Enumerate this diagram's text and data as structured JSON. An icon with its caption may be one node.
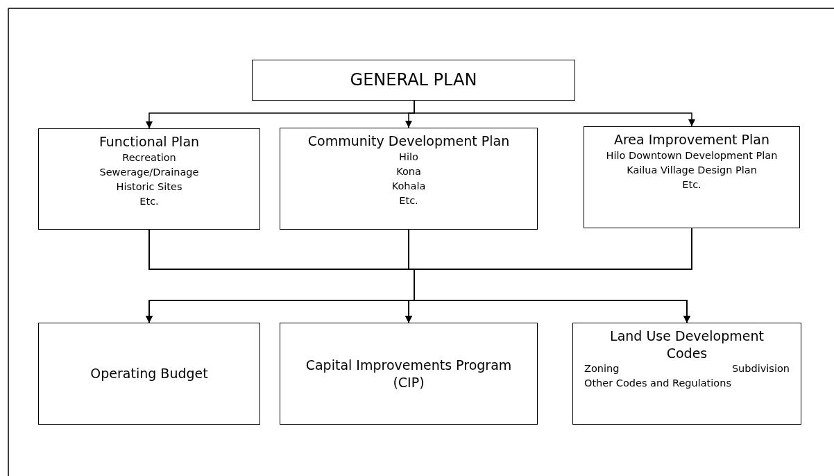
{
  "diagram": {
    "nodes": [
      {
        "text": [
          "GENERAL PLAN"
        ]
      },
      {
        "text": [
          "Functional Plan",
          "Recreation",
          "Sewerage/Drainage",
          "Historic Sites",
          "Etc."
        ]
      },
      {
        "text": [
          "Community Development Plan",
          "Hilo",
          "Kona",
          "Kohala",
          "Etc."
        ]
      },
      {
        "text": [
          "Area Improvement Plan",
          "Hilo Downtown Development Plan",
          "Kailua Village Design Plan",
          "Etc."
        ]
      },
      {
        "text": [
          "Operating Budget"
        ]
      },
      {
        "text": [
          "Capital Improvements Program (CIP)"
        ]
      },
      {
        "text": [
          "Land Use Development Codes",
          "Zoning",
          "Subdivision",
          "Other Codes and Regulations"
        ]
      }
    ],
    "edges": [
      {
        "from": 0,
        "to": 1,
        "arrow": "to"
      },
      {
        "from": 0,
        "to": 2,
        "arrow": "to"
      },
      {
        "from": 0,
        "to": 3,
        "arrow": "to"
      },
      {
        "from": 1,
        "to": 4,
        "arrow": "to"
      },
      {
        "from": 1,
        "to": 5,
        "arrow": "to"
      },
      {
        "from": 1,
        "to": 6,
        "arrow": "to"
      },
      {
        "from": 2,
        "to": 4,
        "arrow": "to"
      },
      {
        "from": 2,
        "to": 5,
        "arrow": "to"
      },
      {
        "from": 2,
        "to": 6,
        "arrow": "to"
      },
      {
        "from": 3,
        "to": 4,
        "arrow": "to"
      },
      {
        "from": 3,
        "to": 5,
        "arrow": "to"
      },
      {
        "from": 3,
        "to": 6,
        "arrow": "to"
      }
    ]
  }
}
